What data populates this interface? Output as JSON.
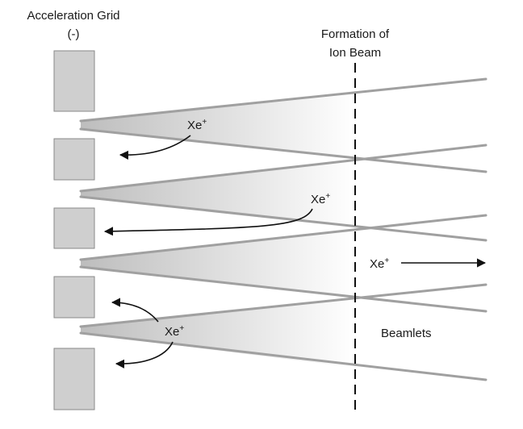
{
  "labels": {
    "grid_title": "Acceleration Grid",
    "grid_polarity": "(-)",
    "beam_title_line1": "Formation of",
    "beam_title_line2": "Ion Beam",
    "ion": "Xe",
    "ion_charge": "+",
    "beamlets": "Beamlets"
  },
  "colors": {
    "grid_fill": "#cfcfcf",
    "grid_stroke": "#8a8a8a",
    "beam_edge": "#a0a0a0",
    "cone_shade": "#bdbdbd",
    "arrow": "#111111",
    "dashed_line": "#111111"
  }
}
